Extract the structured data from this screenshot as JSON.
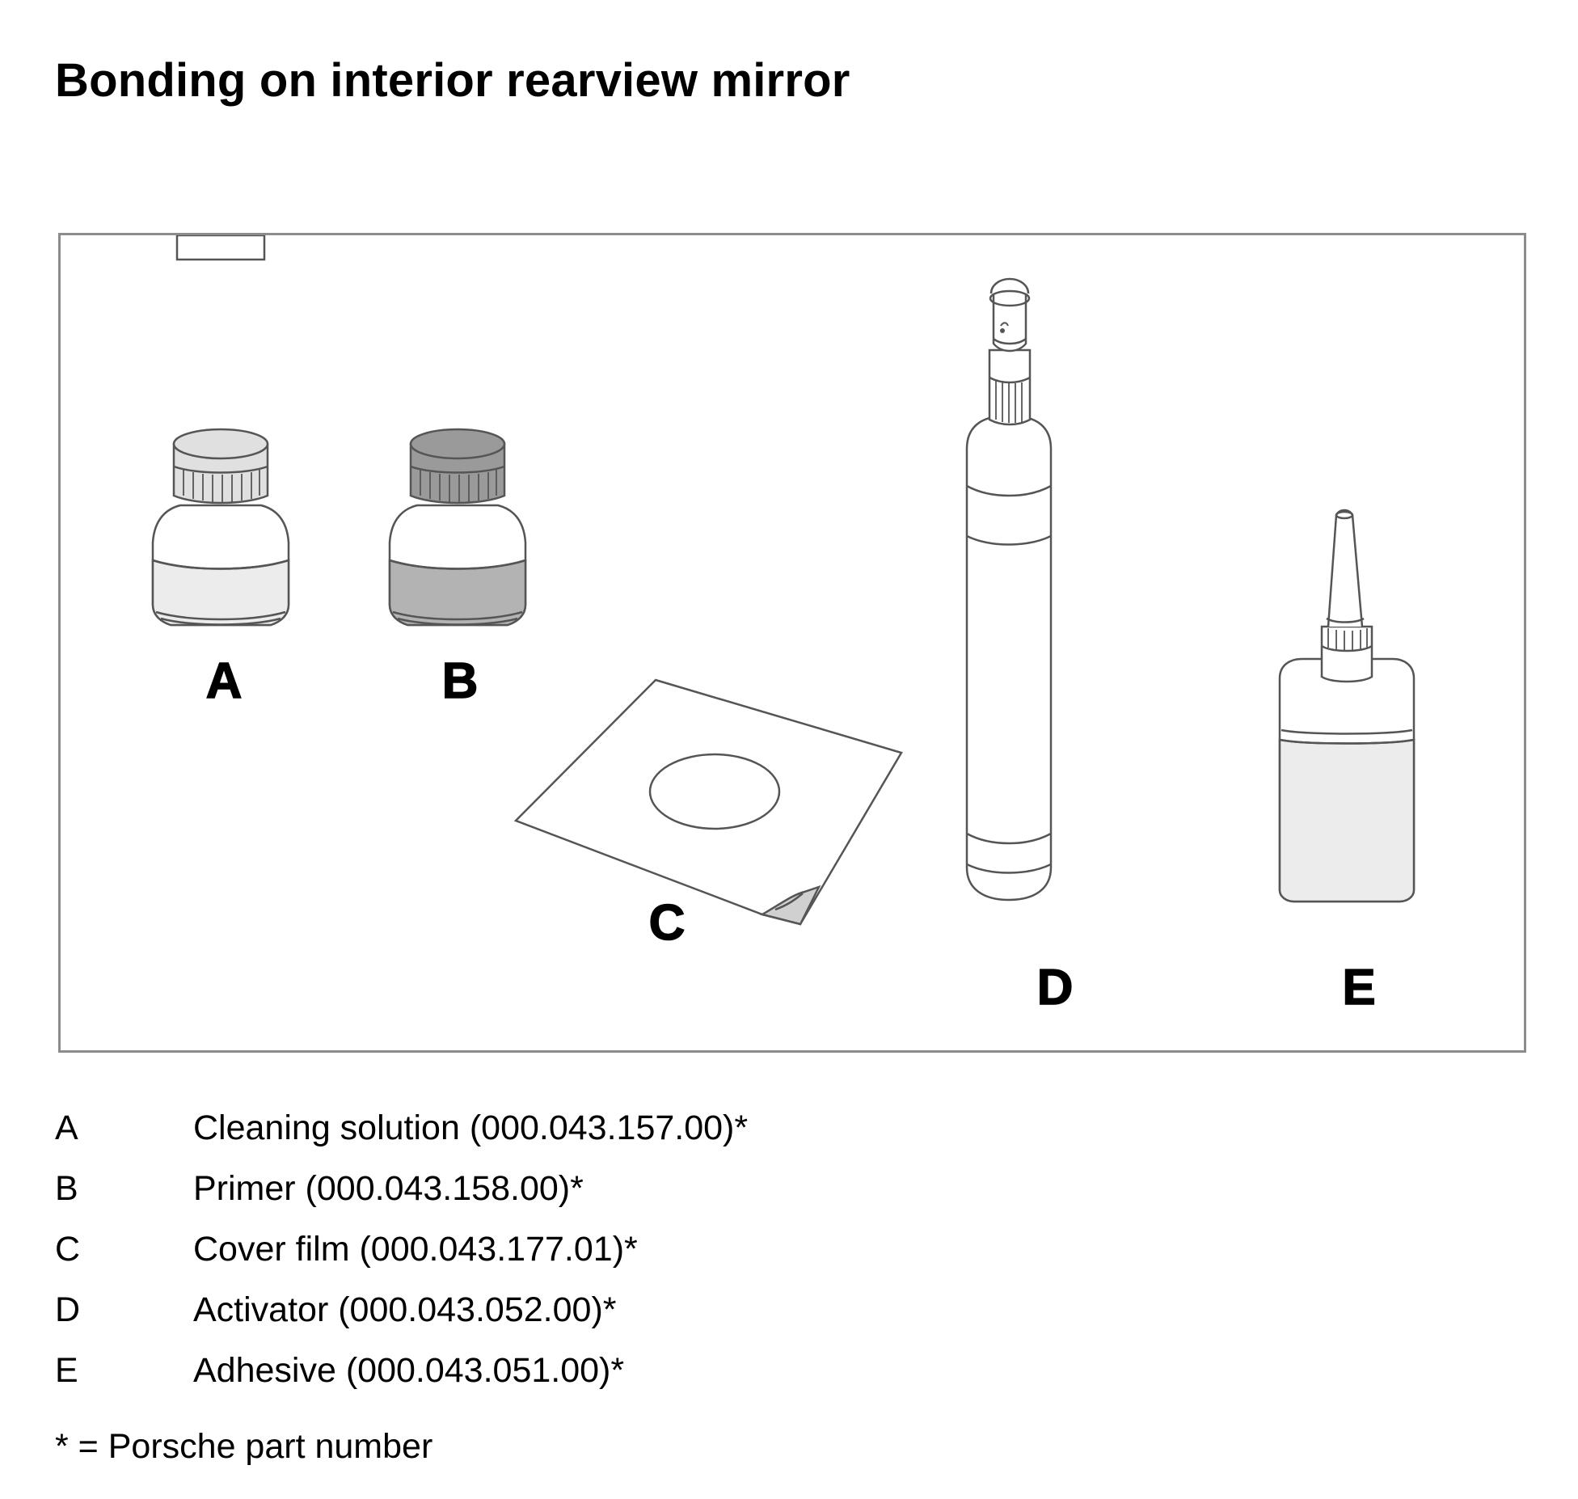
{
  "title": "Bonding on interior rearview mirror",
  "figure": {
    "labels": {
      "a": "A",
      "b": "B",
      "c": "C",
      "d": "D",
      "e": "E"
    },
    "colors": {
      "outline": "#555555",
      "frame": "#8c8c8c",
      "light_fill": "#ececec",
      "cap_light": "#e0e0e0",
      "dark_fill": "#b3b3b3",
      "cap_dark": "#9a9a9a",
      "film_corner": "#d0d0d0"
    }
  },
  "legend": {
    "items": [
      {
        "key": "A",
        "description": "Cleaning solution (000.043.157.00)*"
      },
      {
        "key": "B",
        "description": "Primer (000.043.158.00)*"
      },
      {
        "key": "C",
        "description": "Cover film (000.043.177.01)*"
      },
      {
        "key": "D",
        "description": "Activator (000.043.052.00)*"
      },
      {
        "key": "E",
        "description": "Adhesive (000.043.051.00)*"
      }
    ]
  },
  "footnote": "* = Porsche part number"
}
